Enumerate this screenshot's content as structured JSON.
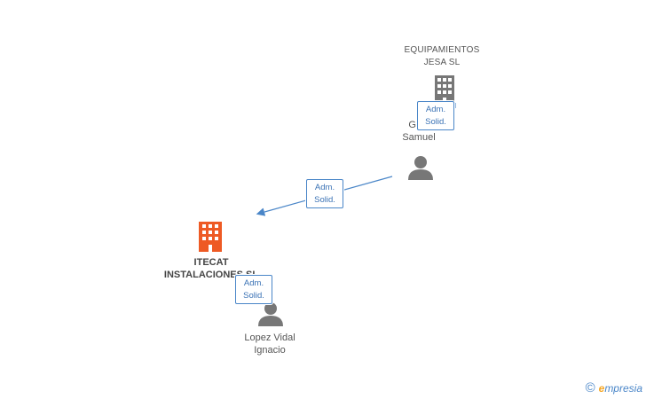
{
  "nodes": {
    "equipamientos": {
      "line1": "EQUIPAMIENTOS",
      "line2": "JESA  SL",
      "icon": "building-icon",
      "color": "#777777"
    },
    "gabi": {
      "line1": "Gabi",
      "line2": "Samuel",
      "icon": "person-icon"
    },
    "itecat": {
      "line1": "ITECAT",
      "line2": "INSTALACIONES SL",
      "icon": "building-icon",
      "color": "#ee5a24"
    },
    "lopez": {
      "line1": "Lopez Vidal",
      "line2": "Ignacio",
      "icon": "person-icon"
    }
  },
  "badges": {
    "b1": {
      "line1": "Adm.",
      "line2": "Solid."
    },
    "b2": {
      "line1": "Adm.",
      "line2": "Solid."
    },
    "b3": {
      "line1": "Adm.",
      "line2": "Solid."
    }
  },
  "watermark": {
    "copyright": "©",
    "brand_initial": "e",
    "brand_rest": "mpresia"
  },
  "colors": {
    "accent": "#4a86c8",
    "person": "#777777"
  }
}
